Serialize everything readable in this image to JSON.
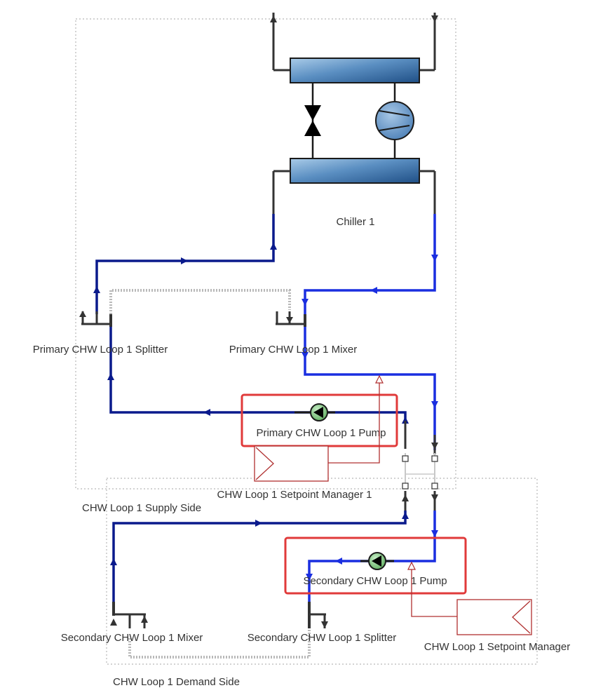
{
  "labels": {
    "chiller": "Chiller 1",
    "primary_splitter": "Primary CHW Loop 1 Splitter",
    "primary_mixer": "Primary CHW Loop 1 Mixer",
    "primary_pump": "Primary CHW Loop 1 Pump",
    "setpoint_manager_1": "CHW Loop 1 Setpoint Manager 1",
    "supply_side": "CHW Loop 1 Supply Side",
    "secondary_pump": "Secondary CHW Loop 1 Pump",
    "secondary_mixer": "Secondary CHW Loop 1 Mixer",
    "secondary_splitter": "Secondary CHW Loop 1 Splitter",
    "setpoint_manager": "CHW Loop 1 Setpoint Manager",
    "demand_side": "CHW Loop 1 Demand Side"
  },
  "colors": {
    "supply_pipe": "#0a1a8c",
    "return_pipe": "#1a2ee0",
    "stub_pipe": "#3a3a3a",
    "highlight_box": "#e03a3a",
    "setpoint_line": "#b03030",
    "pump_fill": "#7fc87f",
    "chiller_body": "#5b8fc2",
    "boundary": "#b8b8b8"
  }
}
